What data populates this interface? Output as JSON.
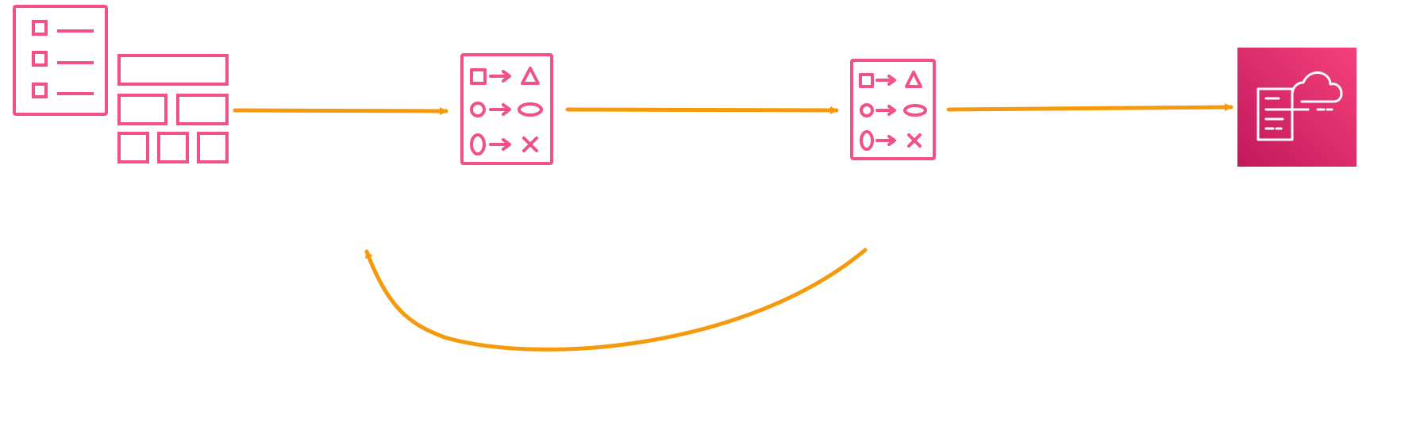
{
  "diagram": {
    "nodes": [
      {
        "id": "source-data",
        "icon": "list-and-table-icon"
      },
      {
        "id": "mapping-step-1",
        "icon": "data-mapping-icon"
      },
      {
        "id": "mapping-step-2",
        "icon": "data-mapping-icon"
      },
      {
        "id": "cloud-service",
        "icon": "cloud-document-service-icon"
      }
    ],
    "edges": [
      {
        "from": "source-data",
        "to": "mapping-step-1",
        "style": "straight"
      },
      {
        "from": "mapping-step-1",
        "to": "mapping-step-2",
        "style": "straight"
      },
      {
        "from": "mapping-step-2",
        "to": "cloud-service",
        "style": "straight"
      },
      {
        "from": "mapping-step-2",
        "to": "mapping-step-1",
        "style": "curved-loop-back"
      }
    ]
  },
  "colors": {
    "icon_pink": "#f2508a",
    "arrow_orange": "#f59a0c",
    "service_gradient_top": "#f4417c",
    "service_gradient_bottom": "#c2185b",
    "service_glyph": "#ffffff"
  }
}
